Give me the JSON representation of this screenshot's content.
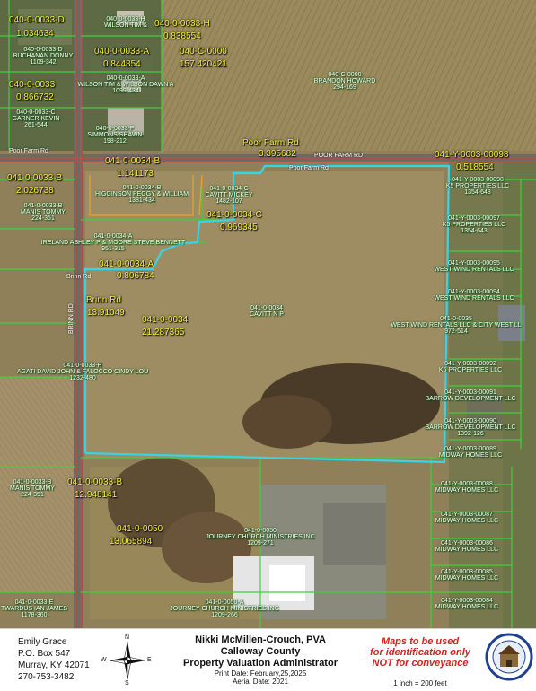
{
  "map": {
    "parcels": [
      {
        "id": "040-0-0033-D",
        "owner": "040-0-0033-D\nBUCHANAN DONNY\n1109-342",
        "value": "1.034634"
      },
      {
        "id": "040-0-0033-H",
        "owner": "040-0-0033-H\nWILSON TIM &",
        "value": "0.838554"
      },
      {
        "id": "040-C-0000",
        "owner": "040-C-0000\nBRANDON HOWARD\n294-169",
        "value": "157.420421"
      },
      {
        "id": "040-0-0033-A",
        "owner": "040-0-0033-A\nWILSON TIM & WILSON DAWN A\n1099-434",
        "value": "0.844854"
      },
      {
        "id": "040-0-0033",
        "owner": "040-0-0033-C\nGARNER KEVIN\n261-544",
        "value": "0.866732"
      },
      {
        "id": "040-0-0033-F",
        "owner": "040-0-0033-F\nSIMMONS SHAWN\n198-212",
        "value": ""
      },
      {
        "id": "041-0-0034-B",
        "owner": "041-0-0034-B\nHIGGINSON PEGGY & WILLIAM\n1381-434",
        "value": "1.141173"
      },
      {
        "id": "041-0-0033-B",
        "owner": "041-0-0033-B\nMANIS TOMMY\n224-351",
        "value": "2.026738"
      },
      {
        "id": "041-0-0034-C",
        "owner": "041-0-0034-C\nCAVITT MICKEY\n1482-107",
        "value": "0.969345"
      },
      {
        "id": "041-0-0034-A",
        "owner": "041-0-0034-A\nIRELAND ASHLEY P & MOORE STEVE BENNETT\n951-315",
        "value": "0.806784"
      },
      {
        "id": "041-0-0034",
        "owner": "041-0-0034\nCAVITT N P",
        "value": "21.287365"
      },
      {
        "id": "041-0-0033-H",
        "owner": "041-0-0033-H\nAGATI DAVID JOHN & FALOCCO CINDY LOU\n1232-480",
        "value": ""
      },
      {
        "id": "041-0-0033-B",
        "owner": "041-0-0033-B\nMANIS TOMMY\n224-351",
        "value": "12.948141"
      },
      {
        "id": "041-0-0050",
        "owner": "041-0-0050\nJOURNEY CHURCH MINISTRIES INC\n1209-271",
        "value": "13.065894"
      },
      {
        "id": "041-0-0033-E",
        "owner": "041-0-0033-E\nTWARDUS IAN JAMES\n1178-360",
        "value": ""
      },
      {
        "id": "041-0-0050-A",
        "owner": "041-0-0050-A\nJOURNEY CHURCH MINISTRIES INC\n1209-266",
        "value": ""
      },
      {
        "id": "041-Y-0003-00098",
        "owner": "041-Y-0003-00098\nK5 PROPERTIES LLC\n1354-648",
        "value": "0.518554"
      },
      {
        "id": "041-Y-0003-00097",
        "owner": "041-Y-0003-00097\nK5 PROPERTIES LLC\n1354-643",
        "value": ""
      },
      {
        "id": "041-Y-0003-00095",
        "owner": "041-Y-0003-00095\nWEST WIND RENTALS LLC",
        "value": ""
      },
      {
        "id": "041-Y-0003-00094",
        "owner": "041-Y-0003-00094\nWEST WIND RENTALS LLC",
        "value": ""
      },
      {
        "id": "041-0-0035",
        "owner": "041-0-0035\nWEST WIND RENTALS LLC & CITY WEST LL\n972-514",
        "value": ""
      },
      {
        "id": "041-Y-0003-00092",
        "owner": "041-Y-0003-00092\nK5 PROPERTIES LLC",
        "value": ""
      },
      {
        "id": "041-Y-0003-00091",
        "owner": "041-Y-0003-00091\nBARROW DEVELOPMENT LLC",
        "value": ""
      },
      {
        "id": "041-Y-0003-00090",
        "owner": "041-Y-0003-00090\nBARROW DEVELOPMENT LLC\n1392-126",
        "value": ""
      },
      {
        "id": "041-Y-0003-00089",
        "owner": "041-Y-0003-00089\nMIDWAY HOMES LLC",
        "value": ""
      },
      {
        "id": "041-Y-0003-00088",
        "owner": "041-Y-0003-00088\nMIDWAY HOMES LLC",
        "value": ""
      },
      {
        "id": "041-Y-0003-00087",
        "owner": "041-Y-0003-00087\nMIDWAY HOMES LLC",
        "value": ""
      },
      {
        "id": "041-Y-0003-00086",
        "owner": "041-Y-0003-00086\nMIDWAY HOMES LLC",
        "value": ""
      },
      {
        "id": "041-Y-0003-00085",
        "owner": "041-Y-0003-00085\nMIDWAY HOMES LLC",
        "value": ""
      },
      {
        "id": "041-Y-0003-00084",
        "owner": "041-Y-0003-00084\nMIDWAY HOMES LLC",
        "value": ""
      }
    ],
    "roads": {
      "poor_farm_id": "Poor Farm Rd",
      "poor_farm_value": "3.395682",
      "poor_farm_label_caps": "POOR FARM RD",
      "poor_farm_small_w": "Poor Farm Rd",
      "poor_farm_small_e": "Poor Farm Rd",
      "brinn_id": "Brinn Rd",
      "brinn_value": "13.91049",
      "brinn_small": "Brinn Rd",
      "brinn_caps": "BRINN RD"
    },
    "colors": {
      "parcel_line": "#3cd23c",
      "subject_outline": "#39d3e6",
      "road_line": "#e24040",
      "orange_line": "#f0a030"
    }
  },
  "footer": {
    "preparer": {
      "name": "Emily Grace",
      "box": "P.O. Box 547",
      "city": "Murray, KY 42071",
      "phone": "270-753-3482"
    },
    "compass": {
      "n": "N",
      "s": "S",
      "e": "E",
      "w": "W"
    },
    "title": {
      "pva": "Nikki McMillen-Crouch, PVA",
      "county": "Calloway County",
      "office": "Property Valuation Administrator",
      "print_date": "Print Date: February,25,2025",
      "aerial_date": "Aerial Date: 2021"
    },
    "disclaimer": [
      "Maps to be used",
      "for identification only",
      "NOT for conveyance"
    ],
    "scale": "1 inch = 200 feet"
  }
}
